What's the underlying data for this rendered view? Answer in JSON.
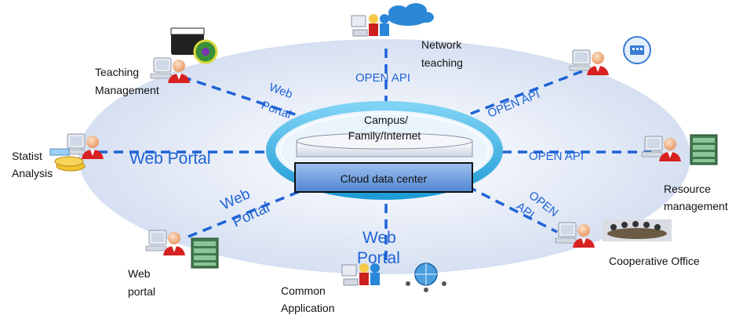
{
  "center": {
    "campus_line1": "Campus/",
    "campus_line2": "Family/Internet",
    "cloud_label": "Cloud data center"
  },
  "nodes": {
    "teaching_management": [
      "Teaching",
      "Management"
    ],
    "network_teaching": [
      "Network",
      "teaching"
    ],
    "statistic_analysis": [
      "Statist",
      "Analysis"
    ],
    "resource_management": [
      "Resource",
      "management"
    ],
    "web_portal_node": [
      "Web",
      "portal"
    ],
    "common_application": [
      "Common",
      "Application"
    ],
    "cooperative_office": [
      "Cooperative Office"
    ]
  },
  "connectors": {
    "top_left": [
      "Web",
      "Portal"
    ],
    "top": "OPEN API",
    "top_right": "OPEN API",
    "left": "Web Portal",
    "right": "OPEN API",
    "bottom_left": [
      "Web",
      "Portal"
    ],
    "bottom": [
      "Web",
      "Portal"
    ],
    "bottom_right": [
      "OPEN",
      "API"
    ]
  },
  "colors": {
    "line": "#1e63d6",
    "ring": "#29a9e0",
    "cloud_box": "#5b8fd6",
    "halo": "#dfe8f6"
  }
}
